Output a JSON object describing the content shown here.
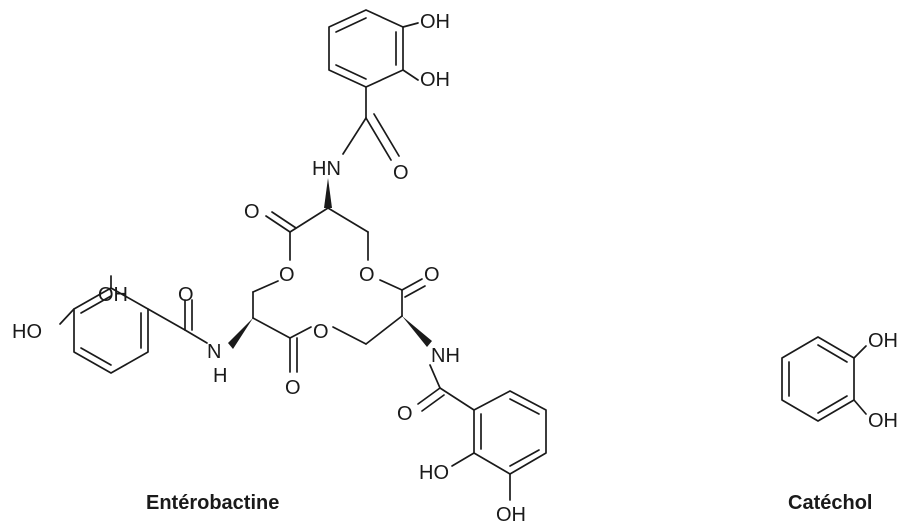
{
  "molecules": [
    {
      "caption": "Entérobactine",
      "atoms": {
        "oh_top_a": "OH",
        "oh_top_b": "OH",
        "hn_top": "HN",
        "o_amide_top": "O",
        "o_ester_left_c": "O",
        "o_ring_left": "O",
        "o_ring_right": "O",
        "o_ester_right_c": "O",
        "oh_left": "OH",
        "ho_left": "HO",
        "o_amide_left": "O",
        "n_left": "N",
        "h_left": "H",
        "o_ring_bottom": "O",
        "o_ester_bottom_c": "O",
        "nh_right": "NH",
        "o_amide_right": "O",
        "ho_bottom": "HO",
        "oh_bottom": "OH"
      }
    },
    {
      "caption": "Catéchol",
      "atoms": {
        "oh_a": "OH",
        "oh_b": "OH"
      }
    }
  ]
}
